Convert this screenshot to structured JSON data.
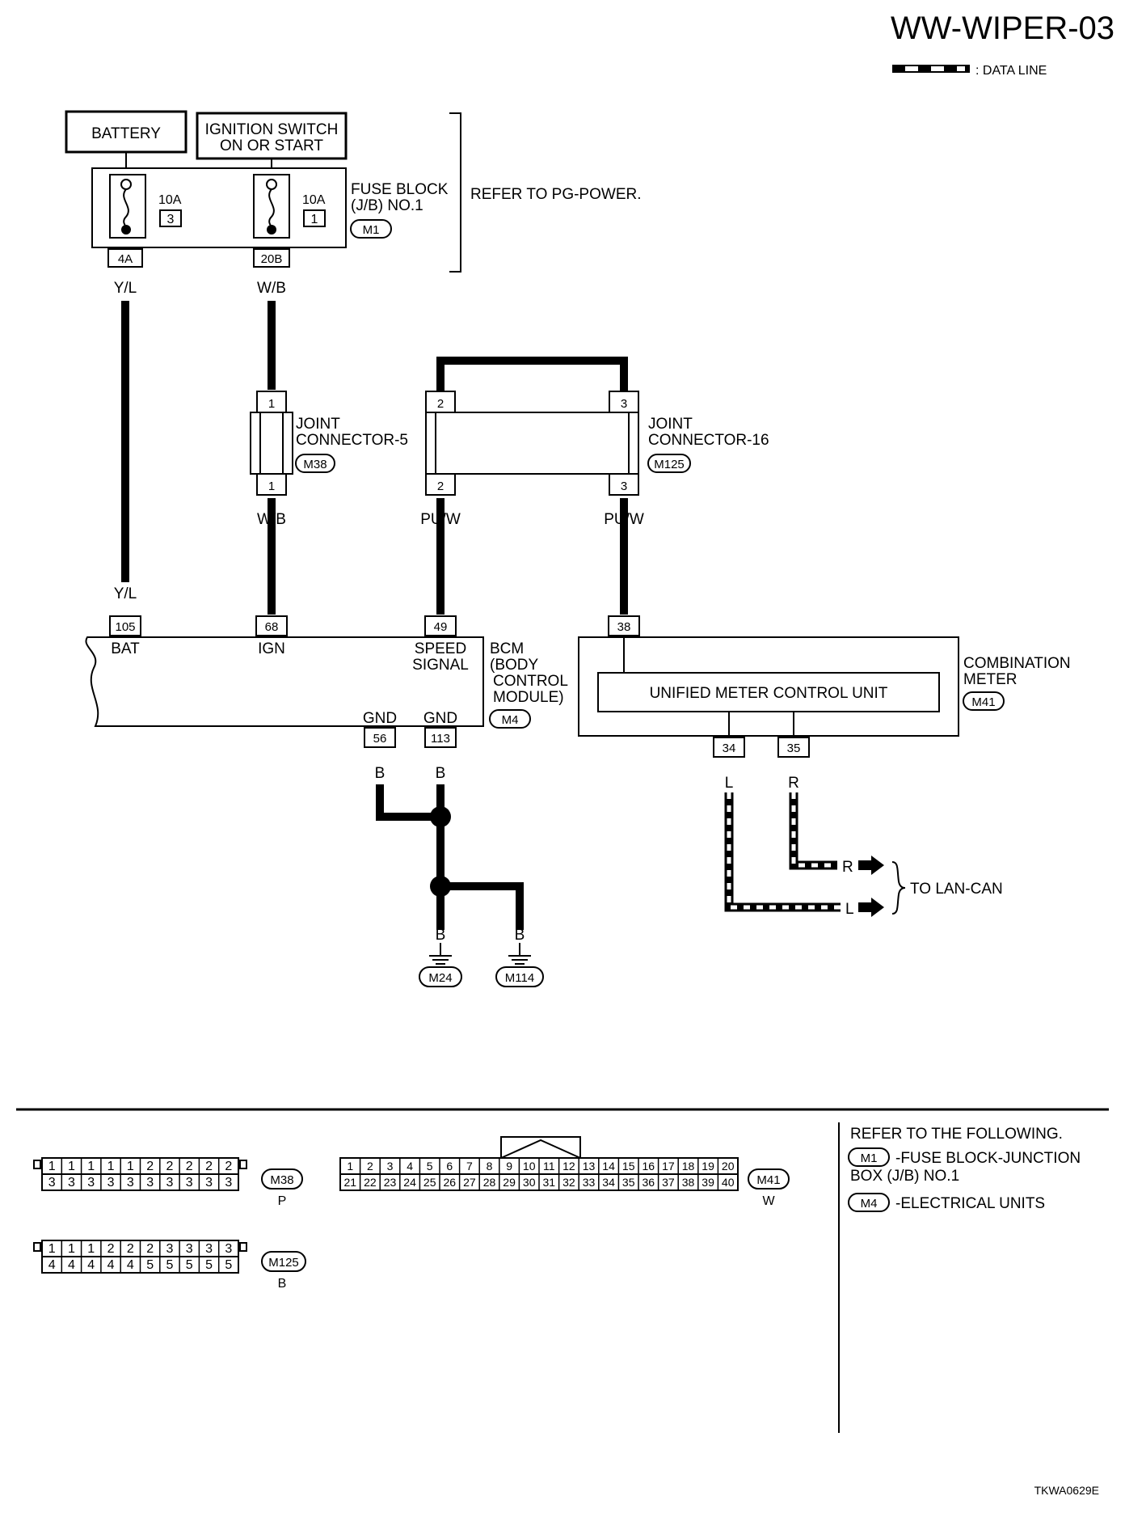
{
  "title": "WW-WIPER-03",
  "legend": {
    "label": ": DATA LINE"
  },
  "power": {
    "battery": "BATTERY",
    "ignition_line1": "IGNITION SWITCH",
    "ignition_line2": "ON OR START",
    "fuse_block_line1": "FUSE BLOCK",
    "fuse_block_line2": "(J/B) NO.1",
    "fuse_block_connector": "M1",
    "refer_to": "REFER TO PG-POWER.",
    "fuses": [
      {
        "rating": "10A",
        "number": "3",
        "terminal": "4A",
        "wire_color": "Y/L"
      },
      {
        "rating": "10A",
        "number": "1",
        "terminal": "20B",
        "wire_color": "W/B"
      }
    ]
  },
  "joint5": {
    "line1": "JOINT",
    "line2": "CONNECTOR-5",
    "connector": "M38",
    "pin_top": "1",
    "pin_bottom": "1",
    "wire_below": "W/B"
  },
  "joint16": {
    "line1": "JOINT",
    "line2": "CONNECTOR-16",
    "connector": "M125",
    "pins_top": [
      "2",
      "3"
    ],
    "pins_bottom": [
      "2",
      "3"
    ],
    "wires_below": [
      "PU/W",
      "PU/W"
    ]
  },
  "bcm": {
    "line1": "BCM",
    "line2": "(BODY",
    "line3": "CONTROL",
    "line4": "MODULE)",
    "connector": "M4",
    "wire_bat": "Y/L",
    "terminals": [
      {
        "pin": "105",
        "label": "BAT"
      },
      {
        "pin": "68",
        "label": "IGN"
      },
      {
        "pin": "49",
        "label": "SPEED",
        "label2": "SIGNAL"
      }
    ],
    "grounds": [
      {
        "label": "GND",
        "pin": "56",
        "wire": "B"
      },
      {
        "label": "GND",
        "pin": "113",
        "wire": "B"
      }
    ]
  },
  "ground_points": [
    {
      "connector": "M24",
      "wire": "B"
    },
    {
      "connector": "M114",
      "wire": "B"
    }
  ],
  "meter": {
    "line1": "COMBINATION",
    "line2": "METER",
    "connector": "M41",
    "unit": "UNIFIED METER CONTROL UNIT",
    "input_pin": "38",
    "can_pins": [
      {
        "pin": "34",
        "wire": "L"
      },
      {
        "pin": "35",
        "wire": "R"
      }
    ],
    "arrow_r": "R",
    "arrow_l": "L",
    "to_lan": "TO LAN-CAN"
  },
  "connector_views": {
    "m38": {
      "id": "M38",
      "color": "P",
      "top": [
        "1",
        "1",
        "1",
        "1",
        "1",
        "2",
        "2",
        "2",
        "2",
        "2"
      ],
      "bottom": [
        "3",
        "3",
        "3",
        "3",
        "3",
        "3",
        "3",
        "3",
        "3",
        "3"
      ]
    },
    "m41": {
      "id": "M41",
      "color": "W",
      "top": [
        "1",
        "2",
        "3",
        "4",
        "5",
        "6",
        "7",
        "8",
        "9",
        "10",
        "11",
        "12",
        "13",
        "14",
        "15",
        "16",
        "17",
        "18",
        "19",
        "20"
      ],
      "bottom": [
        "21",
        "22",
        "23",
        "24",
        "25",
        "26",
        "27",
        "28",
        "29",
        "30",
        "31",
        "32",
        "33",
        "34",
        "35",
        "36",
        "37",
        "38",
        "39",
        "40"
      ]
    },
    "m125": {
      "id": "M125",
      "color": "B",
      "top": [
        "1",
        "1",
        "1",
        "2",
        "2",
        "2",
        "3",
        "3",
        "3",
        "3"
      ],
      "bottom": [
        "4",
        "4",
        "4",
        "4",
        "4",
        "5",
        "5",
        "5",
        "5",
        "5"
      ]
    }
  },
  "refer": {
    "heading": "REFER TO THE FOLLOWING.",
    "items": [
      {
        "connector": "M1",
        "line1": "-FUSE BLOCK-JUNCTION",
        "line2": "BOX (J/B) NO.1"
      },
      {
        "connector": "M4",
        "line1": "-ELECTRICAL UNITS"
      }
    ]
  },
  "footer_code": "TKWA0629E"
}
